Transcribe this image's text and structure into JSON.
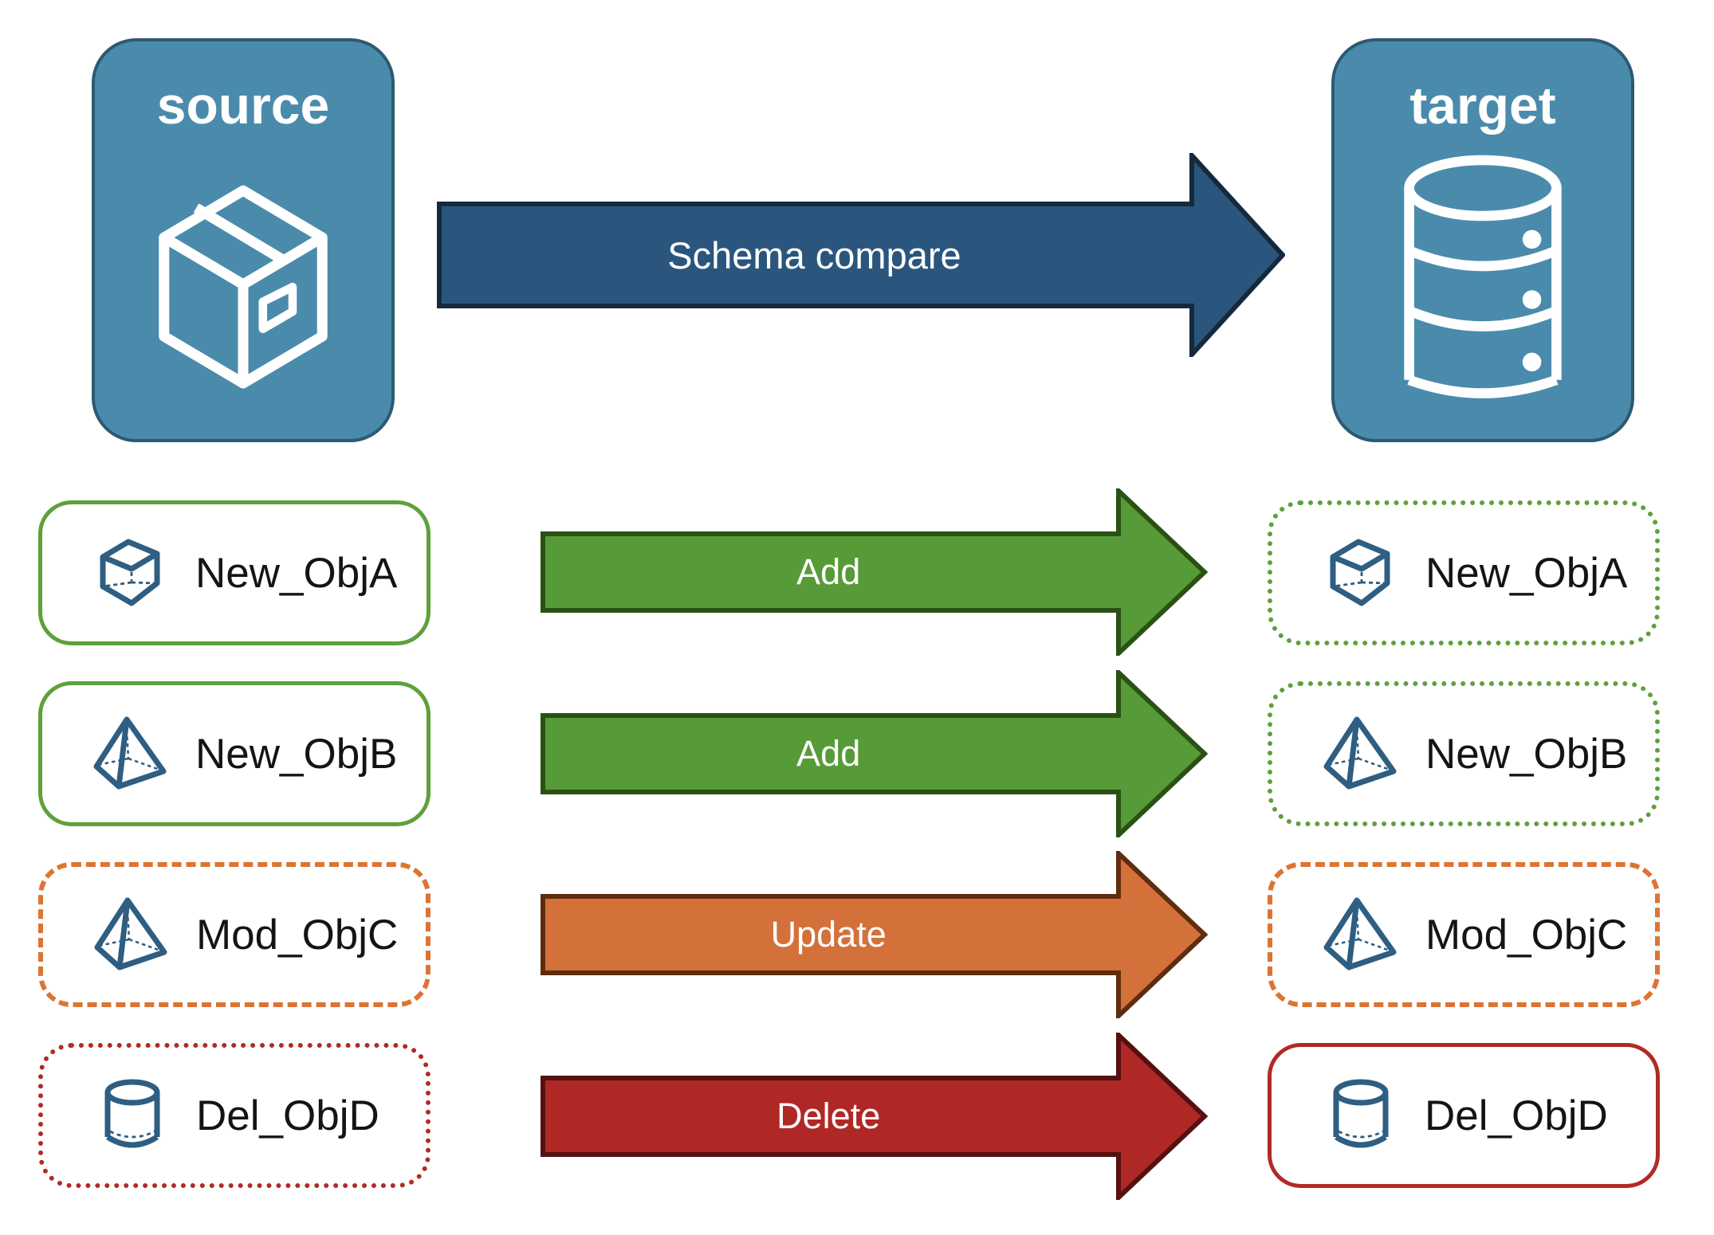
{
  "diagram": {
    "source_node": {
      "label": "source",
      "icon": "package-icon"
    },
    "target_node": {
      "label": "target",
      "icon": "database-icon"
    },
    "compare_arrow": {
      "label": "Schema compare"
    }
  },
  "rows": [
    {
      "source_label": "New_ObjA",
      "target_label": "New_ObjA",
      "action": "Add",
      "icon": "cube-icon",
      "source_border": "green-solid",
      "target_border": "green-dotted"
    },
    {
      "source_label": "New_ObjB",
      "target_label": "New_ObjB",
      "action": "Add",
      "icon": "pyramid-icon",
      "source_border": "green-solid",
      "target_border": "green-dotted"
    },
    {
      "source_label": "Mod_ObjC",
      "target_label": "Mod_ObjC",
      "action": "Update",
      "icon": "pyramid-icon",
      "source_border": "orange-dashed",
      "target_border": "orange-dashed"
    },
    {
      "source_label": "Del_ObjD",
      "target_label": "Del_ObjD",
      "action": "Delete",
      "icon": "cylinder-icon",
      "source_border": "red-dotted",
      "target_border": "red-solid"
    }
  ],
  "colors": {
    "node_fill": "#4A8BAC",
    "node_border": "#2C5A72",
    "object_icon_blue": "#2E5E82",
    "compare_arrow_fill": "#2A567D",
    "compare_arrow_outline": "#16293C",
    "add_fill": "#579B38",
    "add_outline": "#2A5115",
    "add_card_border": "#5EA03B",
    "update_fill": "#D4713A",
    "update_outline": "#5E2D10",
    "update_card_border": "#DC7433",
    "delete_fill": "#B02826",
    "delete_outline": "#541110",
    "delete_card_border": "#B22A25",
    "label_text": "#141414",
    "arrow_text": "#FFFFFF"
  }
}
